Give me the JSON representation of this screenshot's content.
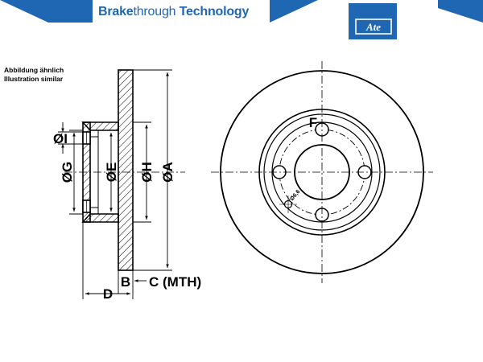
{
  "header": {
    "tagline_bold": "Brake",
    "tagline_light": "through",
    "tagline_end": " Technology",
    "logo_text": "Ate",
    "brand_color": "#1f66b3"
  },
  "caption": {
    "line_de": "Abbildung ähnlich",
    "line_en": "Illustration similar"
  },
  "dimensions": {
    "I": "ØI",
    "G": "ØG",
    "E": "ØE",
    "H": "ØH",
    "A": "ØA",
    "B": "B",
    "C": "C (MTH)",
    "D": "D",
    "F": "F"
  },
  "front_view": {
    "hole_label": "Ø6,6"
  }
}
